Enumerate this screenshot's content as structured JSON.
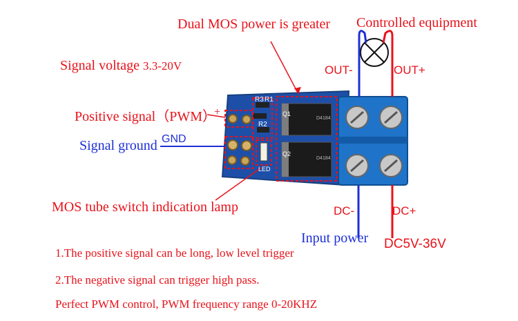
{
  "labels": {
    "dual_mos": "Dual MOS power is greater",
    "controlled_equipment": "Controlled equipment",
    "signal_voltage_prefix": "Signal voltage ",
    "signal_voltage_value": "3.3-20V",
    "out_minus": "OUT-",
    "out_plus": "OUT+",
    "positive_signal": "Positive signal（PWM）",
    "plus_sign": "+",
    "gnd": "GND",
    "signal_ground": "Signal ground",
    "mos_indicator": "MOS tube switch indication lamp",
    "dc_minus": "DC-",
    "dc_plus": "DC+",
    "input_power": "Input power",
    "dc_range": "DC5V-36V"
  },
  "notes": [
    "1.The positive signal can be long, low level trigger",
    "2.The negative signal can trigger high pass.",
    "Perfect PWM control, PWM frequency range 0-20KHZ"
  ],
  "pcb": {
    "silkscreen_r3": "R3",
    "silkscreen_r1": "R1",
    "silkscreen_r2": "R2",
    "silkscreen_q1": "Q1",
    "silkscreen_q2": "Q2",
    "silkscreen_led": "LED",
    "chip_marking": "D4184"
  },
  "colors": {
    "label_red": "#e8121a",
    "label_blue": "#1d2fd6",
    "pcb_blue": "#1e4fa8",
    "terminal_blue": "#1f74c9"
  }
}
